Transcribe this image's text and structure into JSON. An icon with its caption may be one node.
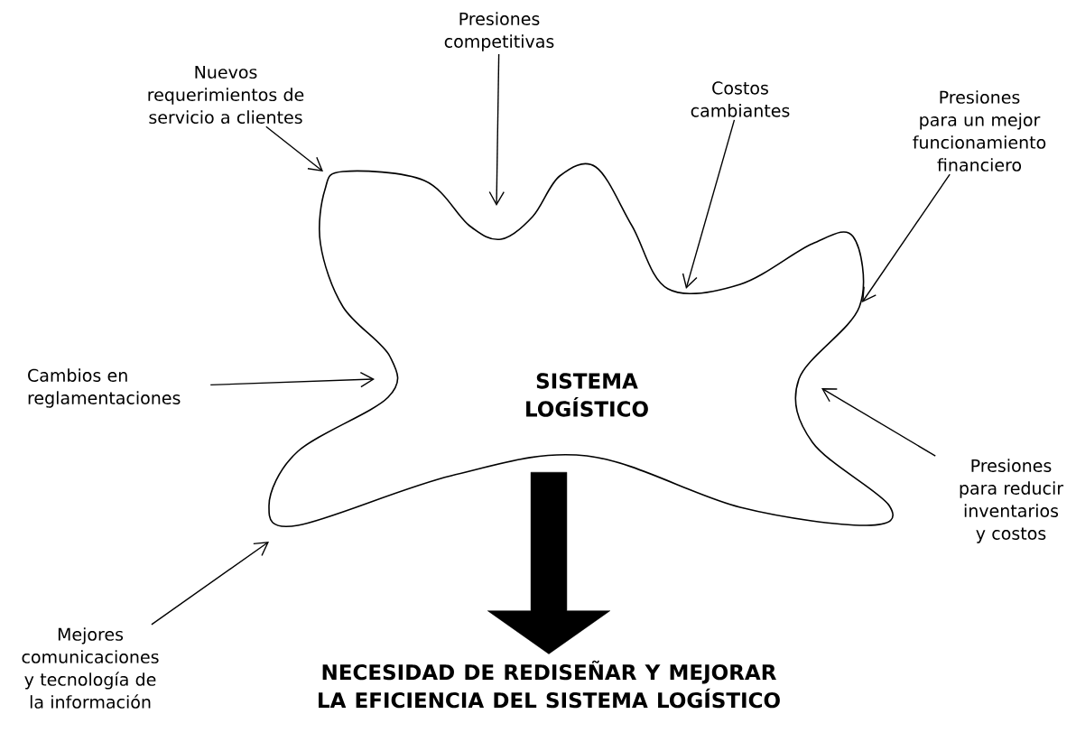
{
  "diagram": {
    "nodes": [
      {
        "text": [
          "SISTEMA LOGÍSTICO"
        ]
      },
      {
        "text": [
          "Presiones competitivas"
        ]
      },
      {
        "text": [
          "Nuevos requerimientos de servicio a clientes"
        ]
      },
      {
        "text": [
          "Costos cambiantes"
        ]
      },
      {
        "text": [
          "Presiones para un mejor funcionamiento financiero"
        ]
      },
      {
        "text": [
          "Cambios en reglamentaciones"
        ]
      },
      {
        "text": [
          "Presiones para reducir inventarios y costos"
        ]
      },
      {
        "text": [
          "Mejores comunicaciones y tecnología de la información"
        ]
      },
      {
        "text": [
          "NECESIDAD DE REDISEÑAR Y MEJORAR LA EFICIENCIA DEL SISTEMA LOGÍSTICO"
        ]
      }
    ],
    "edges": [
      {
        "from": 1,
        "to": 0,
        "arrow": "to"
      },
      {
        "from": 2,
        "to": 0,
        "arrow": "to"
      },
      {
        "from": 3,
        "to": 0,
        "arrow": "to"
      },
      {
        "from": 4,
        "to": 0,
        "arrow": "to"
      },
      {
        "from": 5,
        "to": 0,
        "arrow": "to"
      },
      {
        "from": 6,
        "to": 0,
        "arrow": "to"
      },
      {
        "from": 7,
        "to": 0,
        "arrow": "to"
      },
      {
        "from": 0,
        "to": 8,
        "arrow": "to",
        "style": "thick"
      }
    ]
  }
}
